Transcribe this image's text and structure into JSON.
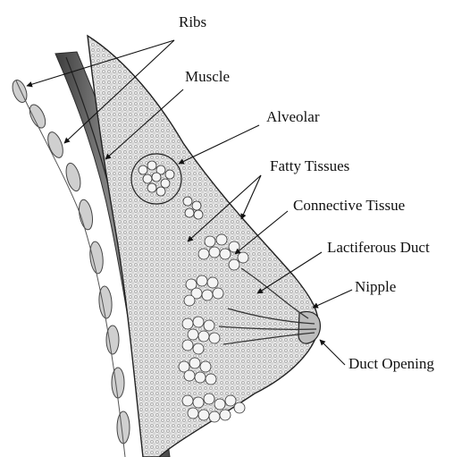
{
  "labels": {
    "ribs": "Ribs",
    "muscle": "Muscle",
    "alveolar": "Alveolar",
    "fatty_tissues": "Fatty Tissues",
    "connective_tissue": "Connective Tissue",
    "lactiferous_duct": "Lactiferous Duct",
    "nipple": "Nipple",
    "duct_opening": "Duct Opening"
  },
  "colors": {
    "ink": "#111111",
    "tissue": "#dcdcdc",
    "muscle": "#5a5a5a",
    "lobule": "#f4f4f4"
  }
}
